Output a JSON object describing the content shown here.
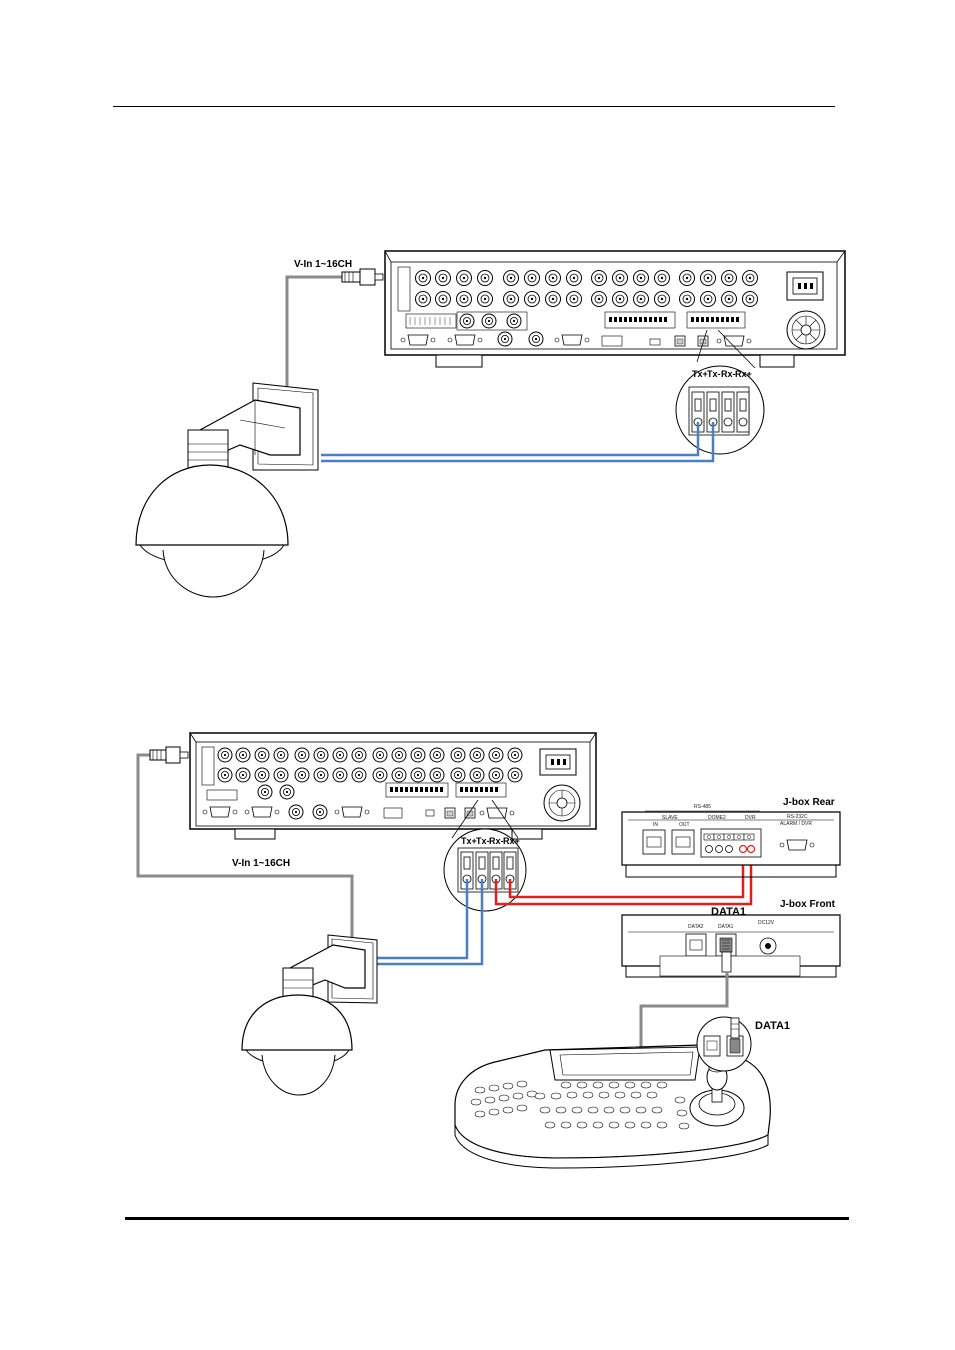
{
  "diagram1": {
    "video_label": "V-In 1~16CH",
    "terminals": [
      "Tx+",
      "Tx-",
      "Rx-",
      "Rx+"
    ]
  },
  "diagram2": {
    "video_label": "V-In 1~16CH",
    "terminals": [
      "Tx+",
      "Tx-",
      "Rx-",
      "Rx+"
    ],
    "jbox_rear": {
      "title": "J-box Rear",
      "rs485": "RS-485",
      "slave": "SLAVE",
      "slave_in": "IN",
      "slave_out": "OUT",
      "dome2": "DOME2",
      "dvr": "DVR",
      "rs232c": "RS-232C",
      "alarm_dvr": "ALARM / DVR"
    },
    "jbox_front": {
      "title": "J-box Front",
      "data1_label": "DATA1",
      "data2": "DATA2",
      "data1": "DATA1",
      "dc12v": "DC12V"
    },
    "keyboard_label": "DATA1"
  },
  "colors": {
    "blue_cable": "#4a7fc1",
    "red_cable": "#e0201c",
    "gray_cable": "#8a8a8a"
  }
}
